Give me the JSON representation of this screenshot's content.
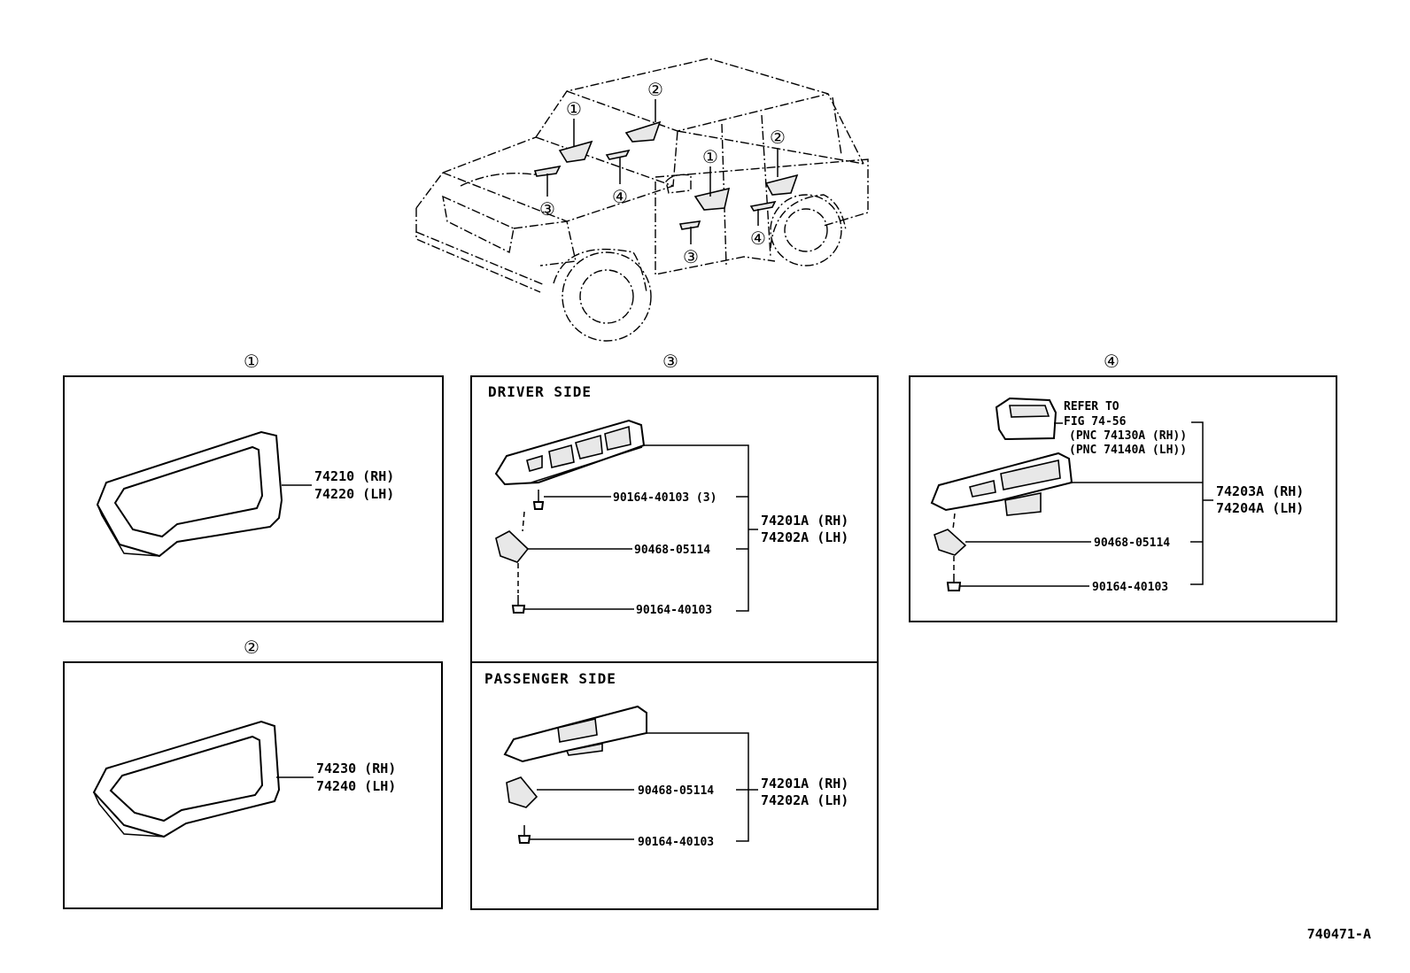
{
  "callouts": {
    "c1": "①",
    "c2": "②",
    "c3": "③",
    "c4": "④"
  },
  "panel1": {
    "label_rh": "74210 (RH)",
    "label_lh": "74220 (LH)"
  },
  "panel2": {
    "label_rh": "74230 (RH)",
    "label_lh": "74240 (LH)"
  },
  "panel3": {
    "driver": {
      "header": "DRIVER SIDE",
      "screw_top": "90164-40103 (3)",
      "clip": "90468-05114",
      "screw_bottom": "90164-40103",
      "assy_rh": "74201A (RH)",
      "assy_lh": "74202A (LH)"
    },
    "passenger": {
      "header": "PASSENGER SIDE",
      "clip": "90468-05114",
      "screw": "90164-40103",
      "assy_rh": "74201A (RH)",
      "assy_lh": "74202A (LH)"
    }
  },
  "panel4": {
    "refer_1": "REFER TO",
    "refer_2": "FIG 74-56",
    "refer_3": "(PNC 74130A (RH))",
    "refer_4": "(PNC 74140A (LH))",
    "assy_rh": "74203A (RH)",
    "assy_lh": "74204A (LH)",
    "clip": "90468-05114",
    "screw": "90164-40103"
  },
  "figure_id": "740471-A"
}
